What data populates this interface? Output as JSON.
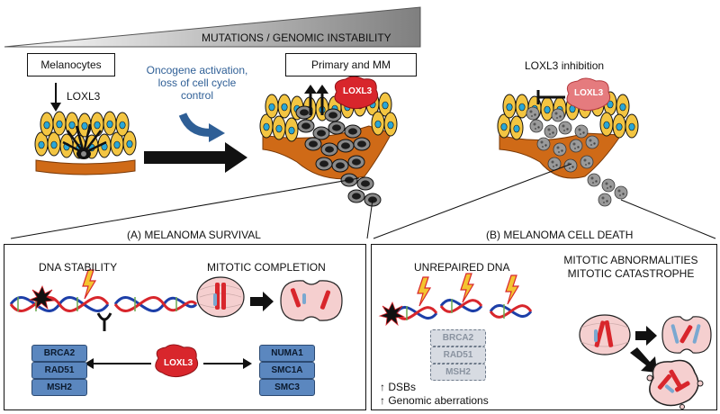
{
  "top_banner": {
    "label": "MUTATIONS / GENOMIC INSTABILITY"
  },
  "nodes": {
    "melanocytes": "Melanocytes",
    "primary_mm": "Primary and MM",
    "loxl3_left": "LOXL3",
    "oncogene": [
      "Oncogene activation,",
      "loss of cell cycle",
      "control"
    ],
    "loxl3_badge": "LOXL3",
    "inhibition_title": "LOXL3 inhibition",
    "inhibition_badge": "LOXL3"
  },
  "panel_a": {
    "title": "(A) MELANOMA SURVIVAL",
    "dna_stability": "DNA STABILITY",
    "mitotic_completion": "MITOTIC COMPLETION",
    "loxl3_center": "LOXL3",
    "genes_left": [
      "BRCA2",
      "RAD51",
      "MSH2"
    ],
    "genes_right": [
      "NUMA1",
      "SMC1A",
      "SMC3"
    ]
  },
  "panel_b": {
    "title": "(B) MELANOMA CELL DEATH",
    "unrepaired": "UNREPAIRED DNA",
    "mitotic_abn": [
      "MITOTIC ABNORMALITIES",
      "MITOTIC CATASTROPHE"
    ],
    "genes_faded": [
      "BRCA2",
      "RAD51",
      "MSH2"
    ],
    "bullets": [
      "↑ DSBs",
      "↑ Genomic aberrations"
    ]
  },
  "colors": {
    "loxl3_red": "#d8262c",
    "gene_blue": "#5b87bf",
    "oncogene_text": "#2f5f96",
    "tissue_orange": "#cf6a17",
    "cell_yellow": "#f3c542",
    "nucleus_blue": "#2aa7d6"
  }
}
